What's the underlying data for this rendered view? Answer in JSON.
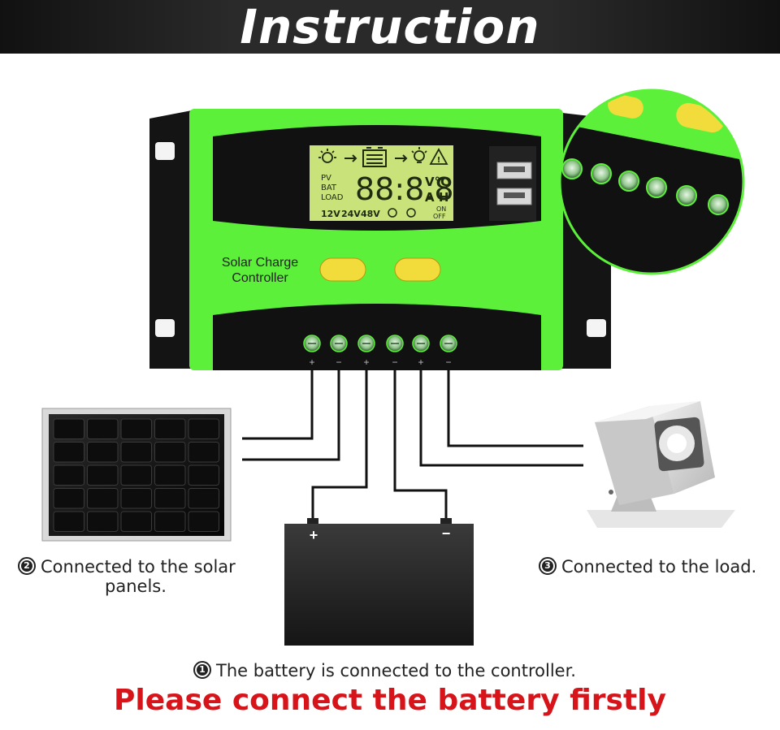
{
  "header": {
    "title": "Instruction"
  },
  "controller": {
    "label_line1": "Solar Charge",
    "label_line2": "Controller",
    "lcd": {
      "digits": "88:8.8",
      "unit_top": "V°C",
      "unit_bottom": "A H",
      "row_pv": "PV",
      "row_bat": "BAT",
      "row_load": "LOAD",
      "voltages": [
        "12V",
        "24V",
        "48V"
      ],
      "on_off_top": "ON",
      "on_off_bottom": "OFF"
    },
    "terminal_signs": [
      "+",
      "−",
      "+",
      "−",
      "+",
      "−"
    ]
  },
  "battery": {
    "plus": "+",
    "minus": "−"
  },
  "steps": {
    "step1": {
      "num": "1",
      "text": "The battery is connected to the controller."
    },
    "step2": {
      "num": "2",
      "line1": "Connected to the solar",
      "line2": "panels."
    },
    "step3": {
      "num": "3",
      "text": "Connected to the load."
    }
  },
  "warning": "Please connect the battery firstly",
  "colors": {
    "banner": "#1e1e1e",
    "controller_green": "#5cf03a",
    "controller_body": "#1a1a1a",
    "lcd": "#c9e27a",
    "buttons": "#f2dc3c",
    "warning_red": "#d7141a"
  }
}
